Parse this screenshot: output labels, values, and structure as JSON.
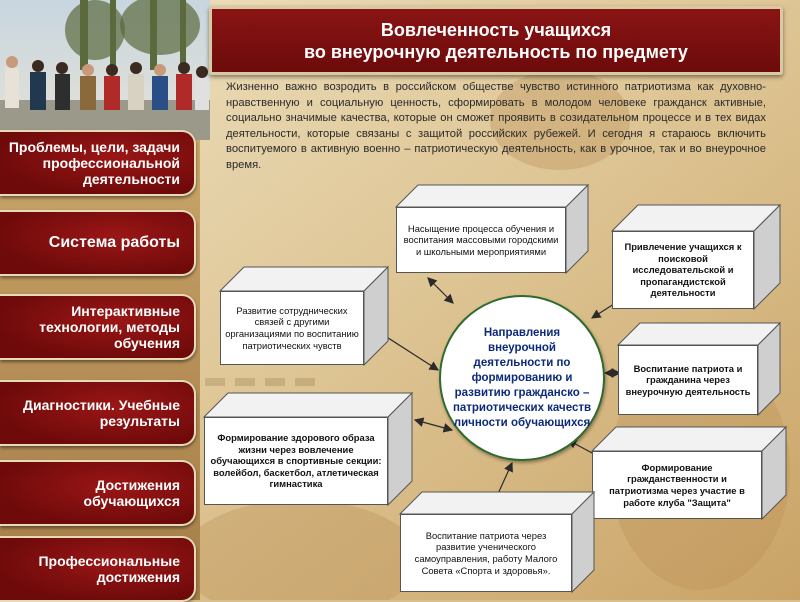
{
  "colors": {
    "banner": "#7a0f0f",
    "nav_button": "#861010",
    "center_text": "#0d2a7a",
    "box_side": "#d4d4d4",
    "link_line": "#2b2b2b"
  },
  "header": {
    "title_line1": "Вовлеченность учащихся",
    "title_line2": "во внеурочную деятельность по предмету"
  },
  "intro_text": "Жизненно важно возродить в российском обществе чувство истинного патриотизма как духовно-нравственную и социальную ценность, сформировать в молодом человеке гражданск активные, социально значимые качества, которые он сможет проявить в созидательном процессе и в тех видах деятельности, которые связаны с защитой российских рубежей. И сегодня я стараюсь включить воспитуемого в активную военно – патриотическую деятельность, как в урочное, так и во внеурочное время.",
  "sidebar": {
    "items": [
      {
        "label": "Проблемы, цели, задачи профессиональной деятельности"
      },
      {
        "label": "Система работы"
      },
      {
        "label": "Интерактивные технологии, методы обучения"
      },
      {
        "label": "Диагностики. Учебные результаты"
      },
      {
        "label": "Достижения обучающихся"
      },
      {
        "label": "Профессиональные достижения"
      }
    ]
  },
  "diagram": {
    "center": "Направления внеурочной деятельности по формированию и развитию гражданско – патриотических качеств личности обучающихся",
    "nodes": [
      {
        "text": "Насыщение процесса обучения и воспитания массовыми городскими и школьными мероприятиями"
      },
      {
        "text": "Привлечение учащихся к поисковой исследовательской и пропагандистской деятельности"
      },
      {
        "text": "Развитие сотруднических связей с другими организациями по воспитанию патриотических чувств"
      },
      {
        "text": "Воспитание патриота и гражданина через внеурочную деятельность"
      },
      {
        "text": "Формирование здорового образа жизни через вовлечение обучающихся в спортивные секции: волейбол, баскетбол, атлетическая гимнастика"
      },
      {
        "text": "Формирование гражданственности и патриотизма через участие в работе клуба \"Защита\""
      },
      {
        "text": "Воспитание патриота через развитие ученического самоуправления, работу Малого Совета «Спорта и здоровья»."
      }
    ]
  }
}
